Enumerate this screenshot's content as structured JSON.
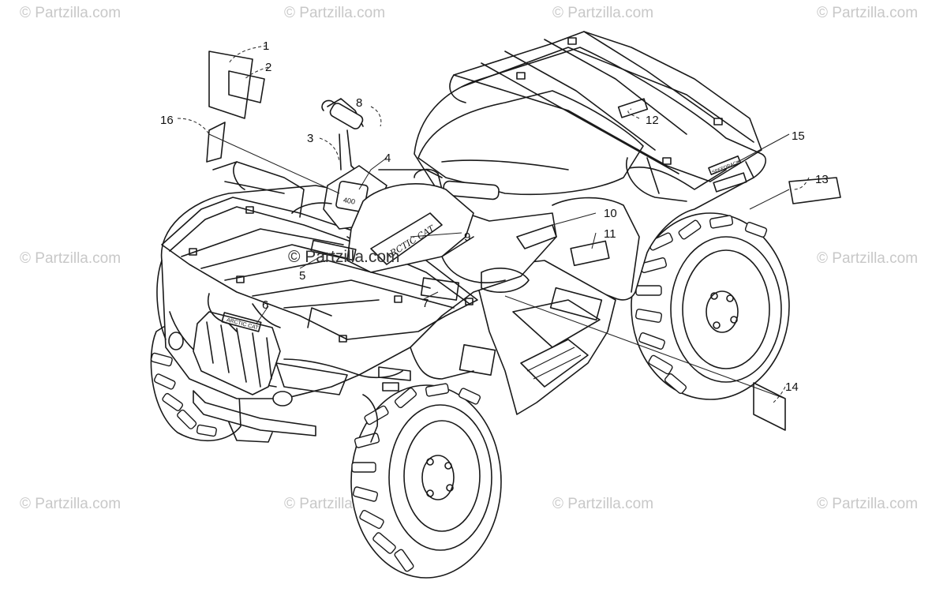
{
  "watermark": {
    "text": "© Partzilla.com",
    "center_text": "© Partzilla.com"
  },
  "callouts": [
    {
      "id": "1",
      "label": "1"
    },
    {
      "id": "2",
      "label": "2"
    },
    {
      "id": "3",
      "label": "3"
    },
    {
      "id": "4",
      "label": "4"
    },
    {
      "id": "5",
      "label": "5"
    },
    {
      "id": "6",
      "label": "6"
    },
    {
      "id": "7",
      "label": "7"
    },
    {
      "id": "8",
      "label": "8"
    },
    {
      "id": "9",
      "label": "9"
    },
    {
      "id": "10",
      "label": "10"
    },
    {
      "id": "11",
      "label": "11"
    },
    {
      "id": "12",
      "label": "12"
    },
    {
      "id": "13",
      "label": "13"
    },
    {
      "id": "14",
      "label": "14"
    },
    {
      "id": "15",
      "label": "15"
    },
    {
      "id": "16",
      "label": "16"
    }
  ],
  "decal_text": {
    "front_badge": "ARCTIC CAT",
    "side_logo": "ARCTIC CAT",
    "console": "400",
    "rear_rack": "SPEEDRACK"
  }
}
